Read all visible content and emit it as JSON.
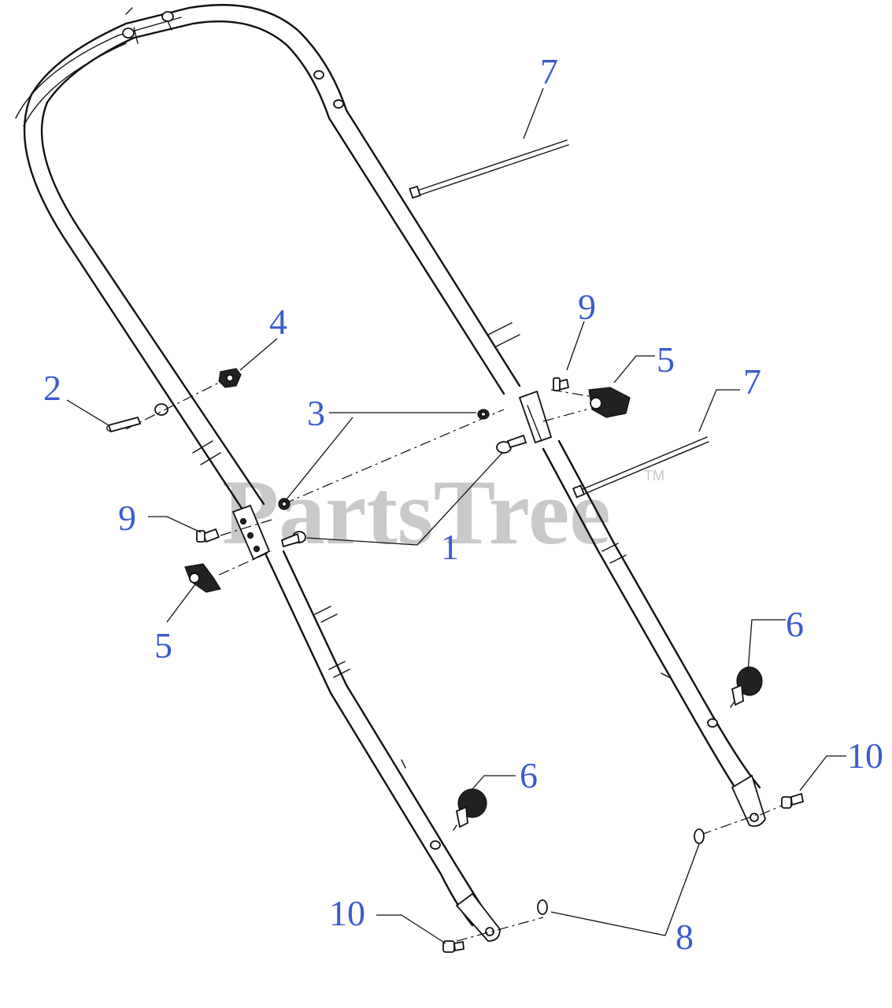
{
  "watermark": {
    "text": "PartsTree",
    "trademark": "TM"
  },
  "callouts": [
    {
      "id": "c7a",
      "label": "7"
    },
    {
      "id": "c9a",
      "label": "9"
    },
    {
      "id": "c5a",
      "label": "5"
    },
    {
      "id": "c7b",
      "label": "7"
    },
    {
      "id": "c4",
      "label": "4"
    },
    {
      "id": "c2",
      "label": "2"
    },
    {
      "id": "c3",
      "label": "3"
    },
    {
      "id": "c9b",
      "label": "9"
    },
    {
      "id": "c1",
      "label": "1"
    },
    {
      "id": "c5b",
      "label": "5"
    },
    {
      "id": "c6a",
      "label": "6"
    },
    {
      "id": "c10a",
      "label": "10"
    },
    {
      "id": "c6b",
      "label": "6"
    },
    {
      "id": "c10b",
      "label": "10"
    },
    {
      "id": "c8",
      "label": "8"
    }
  ],
  "colors": {
    "callout": "#3a5bd0",
    "line": "#111111",
    "watermark": "#c9c9c9"
  }
}
